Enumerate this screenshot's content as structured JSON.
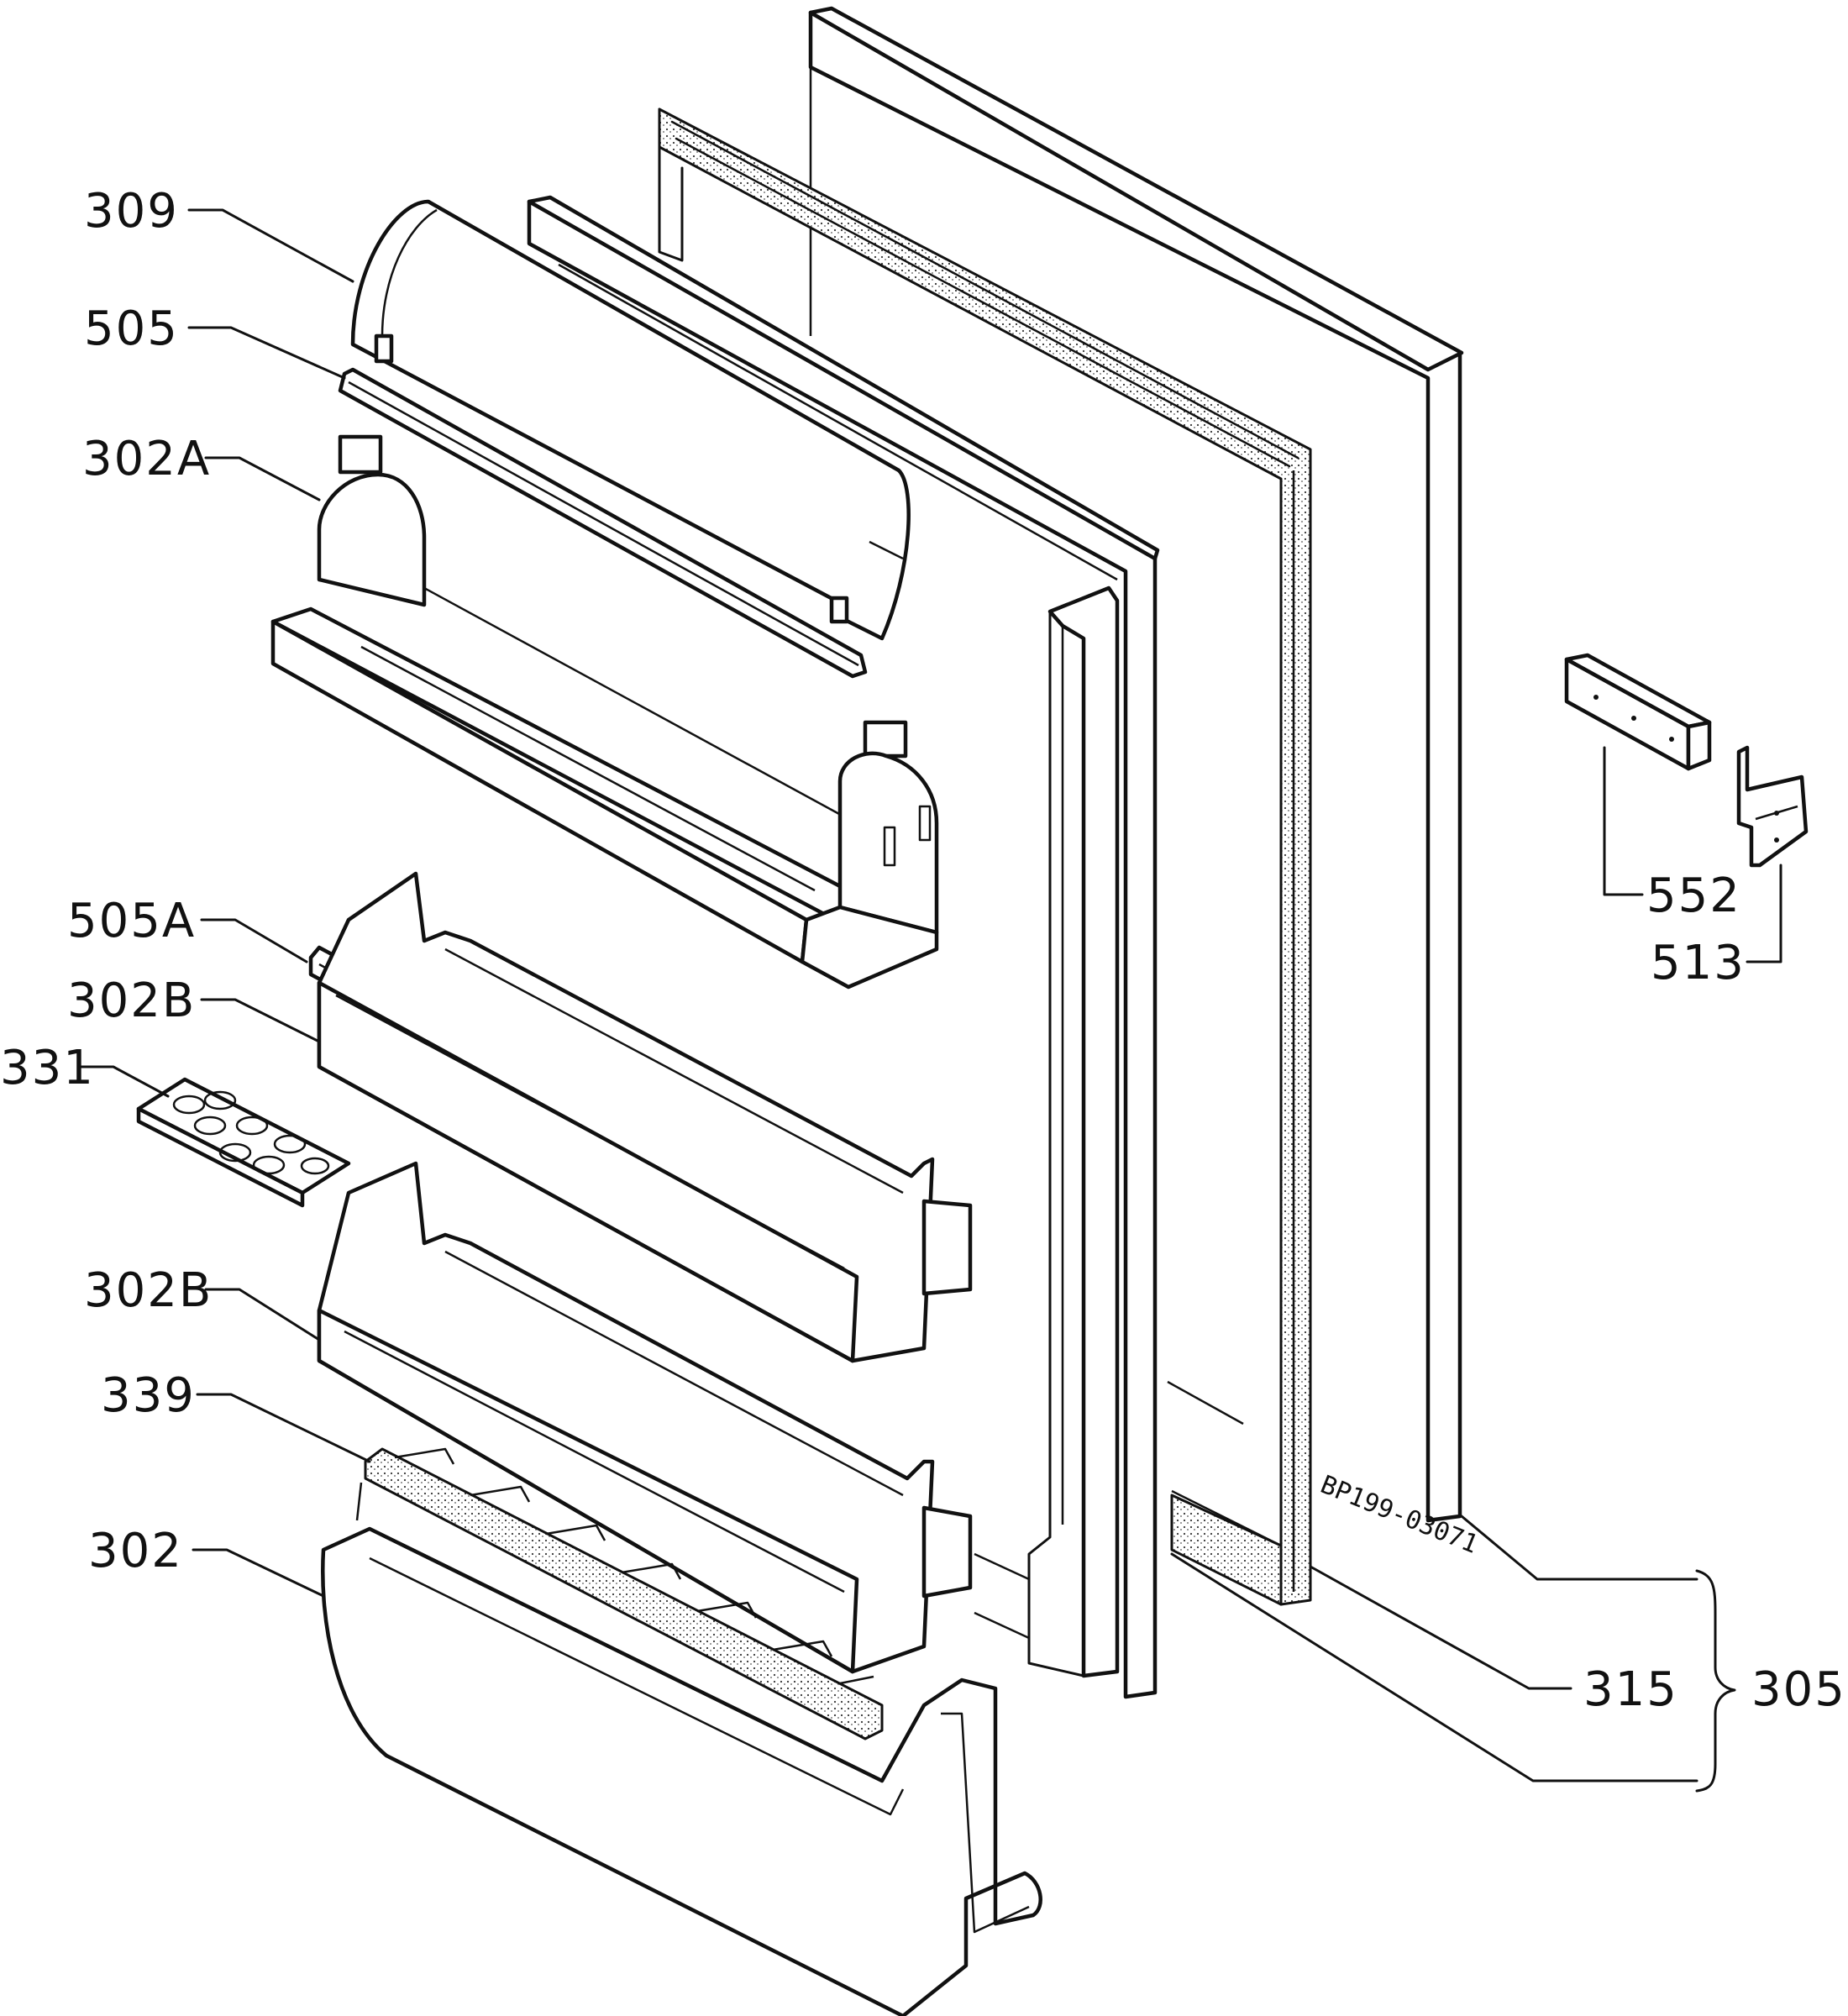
{
  "labels": {
    "l309": "309",
    "l505": "505",
    "l302A": "302A",
    "l505A": "505A",
    "l302B_1": "302B",
    "l331": "331",
    "l302B_2": "302B",
    "l339": "339",
    "l302": "302",
    "l552": "552",
    "l513": "513",
    "l315": "315",
    "l305": "305"
  },
  "reference_code": "BP199-03071",
  "colors": {
    "ink": "#111111",
    "paper": "#ffffff"
  }
}
